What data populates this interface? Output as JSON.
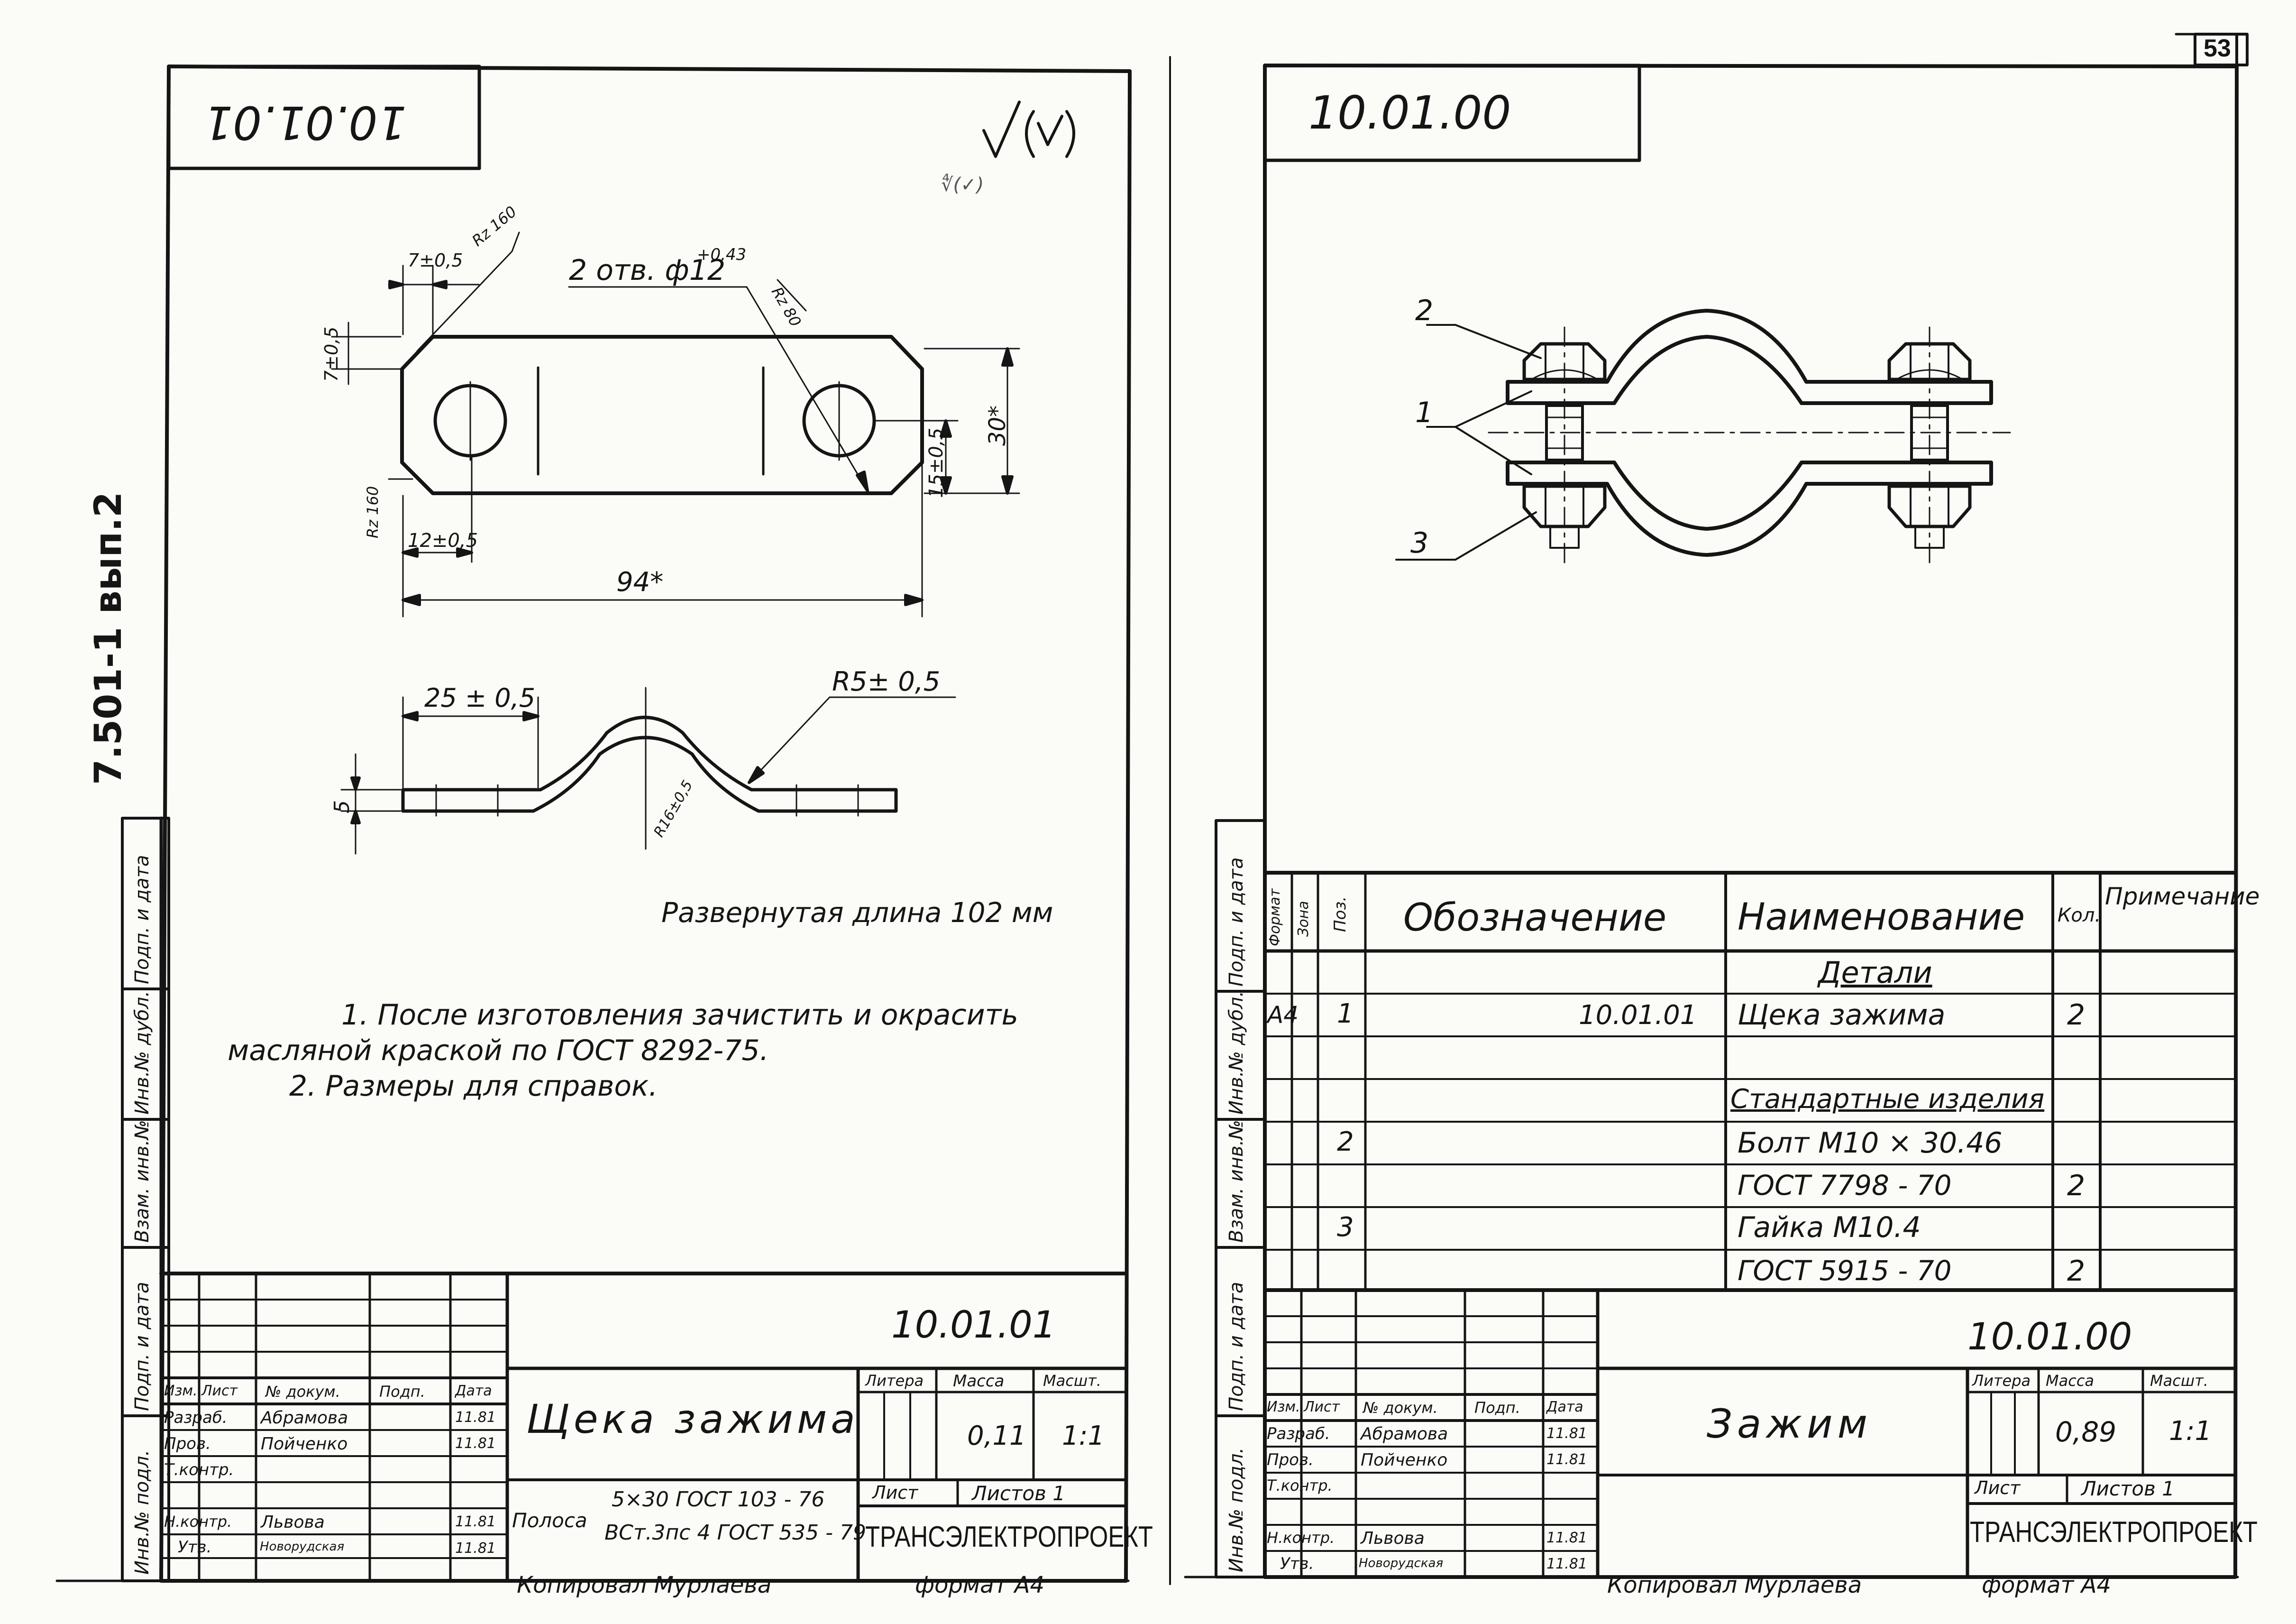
{
  "page_number": "53",
  "series_code": "7.501-1 вып.2",
  "margin_labels": [
    "Подп. и дата",
    "Инв.№ дубл.",
    "Взам. инв.№",
    "Подп. и дата",
    "Инв.№ подл."
  ],
  "left": {
    "corner_code": "10.01.01",
    "roughness": "∜(✓)",
    "dims": {
      "holes": "2 отв. ф12",
      "holes_tol": "+0,43",
      "rz80": "Rz 80",
      "d7a": "7±0,5",
      "rz160a": "Rz 160",
      "d7b": "7±0,5",
      "rz160b": "Rz 160",
      "d12": "12±0,5",
      "d94": "94*",
      "d15": "15±0,5",
      "d30": "30*",
      "d25": "25 ± 0,5",
      "r5": "R5± 0,5",
      "r16": "R16±0,5",
      "d5": "5"
    },
    "developed_length": "Развернутая длина 102 мм",
    "notes": [
      "1. После изготовления зачистить и окрасить",
      "масляной краской по ГОСТ 8292-75.",
      "2. Размеры для справок."
    ],
    "title_block": {
      "code": "10.01.01",
      "name": "Щека зажима",
      "col_headers": [
        "Изм.",
        "Лист",
        "№ докум.",
        "Подп.",
        "Дата"
      ],
      "roles": [
        "Разраб.",
        "Пров.",
        "Т.контр.",
        "",
        "Н.контр.",
        "Утв."
      ],
      "names": [
        "Абрамова",
        "Пойченко",
        "",
        "",
        "Львова",
        "Новорудская"
      ],
      "dates": [
        "11.81",
        "11.81",
        "",
        "",
        "11.81",
        "11.81"
      ],
      "litera_label": "Литера",
      "mass_label": "Масса",
      "scale_label": "Масшт.",
      "mass": "0,11",
      "scale": "1:1",
      "sheet_label": "Лист",
      "sheets_label": "Листов 1",
      "material_prefix": "Полоса",
      "material_top": "5×30 ГОСТ 103 - 76",
      "material_bottom": "ВСт.3пс 4 ГОСТ 535 - 79",
      "org": "ТРАНСЭЛЕКТРОПРОЕКТ"
    },
    "copied": "Копировал  Мурлаева",
    "format": "формат  А4"
  },
  "right": {
    "corner_code": "10.01.00",
    "callouts": [
      "2",
      "1",
      "3"
    ],
    "spec": {
      "headers": [
        "Формат",
        "Зона",
        "Поз.",
        "Обозначение",
        "Наименование",
        "Кол.",
        "Примечание"
      ],
      "rows": [
        {
          "fmt": "",
          "pos": "",
          "code": "",
          "name": "Детали",
          "qty": "",
          "underline": true
        },
        {
          "fmt": "А4",
          "pos": "1",
          "code": "10.01.01",
          "name": "Щека зажима",
          "qty": "2"
        },
        {
          "fmt": "",
          "pos": "",
          "code": "",
          "name": "",
          "qty": ""
        },
        {
          "fmt": "",
          "pos": "",
          "code": "",
          "name": "Стандартные изделия",
          "qty": "",
          "underline": true
        },
        {
          "fmt": "",
          "pos": "2",
          "code": "",
          "name": "Болт М10 × 30.46",
          "qty": ""
        },
        {
          "fmt": "",
          "pos": "",
          "code": "",
          "name": "ГОСТ 7798 - 70",
          "qty": "2"
        },
        {
          "fmt": "",
          "pos": "3",
          "code": "",
          "name": "Гайка М10.4",
          "qty": ""
        },
        {
          "fmt": "",
          "pos": "",
          "code": "",
          "name": "ГОСТ 5915 - 70",
          "qty": "2"
        }
      ]
    },
    "title_block": {
      "code": "10.01.00",
      "name": "Зажим",
      "col_headers": [
        "Изм.",
        "Лист",
        "№ докум.",
        "Подп.",
        "Дата"
      ],
      "roles": [
        "Разраб.",
        "Пров.",
        "Т.контр.",
        "",
        "Н.контр.",
        "Утв."
      ],
      "names": [
        "Абрамова",
        "Пойченко",
        "",
        "",
        "Львова",
        "Новорудская"
      ],
      "dates": [
        "11.81",
        "11.81",
        "",
        "",
        "11.81",
        "11.81"
      ],
      "litera_label": "Литера",
      "mass_label": "Масса",
      "scale_label": "Масшт.",
      "mass": "0,89",
      "scale": "1:1",
      "sheet_label": "Лист",
      "sheets_label": "Листов 1",
      "org": "ТРАНСЭЛЕКТРОПРОЕКТ"
    },
    "copied": "Копировал  Мурлаева",
    "format": "формат  А4"
  }
}
